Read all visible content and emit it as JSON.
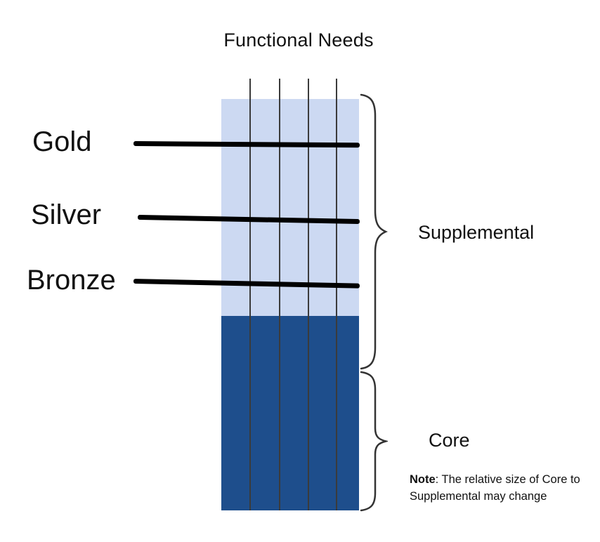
{
  "title": "Functional Needs",
  "tiers": [
    {
      "label": "Gold"
    },
    {
      "label": "Silver"
    },
    {
      "label": "Bronze"
    }
  ],
  "sections": {
    "supplemental": "Supplemental",
    "core": "Core"
  },
  "note": {
    "label": "Note",
    "text": ": The relative size of Core to Supplemental may change"
  },
  "colors": {
    "supplemental_fill": "#ccd9f2",
    "core_fill": "#1e4e8c",
    "tier_line": "#000000",
    "grid_line": "#3b3b3b"
  }
}
